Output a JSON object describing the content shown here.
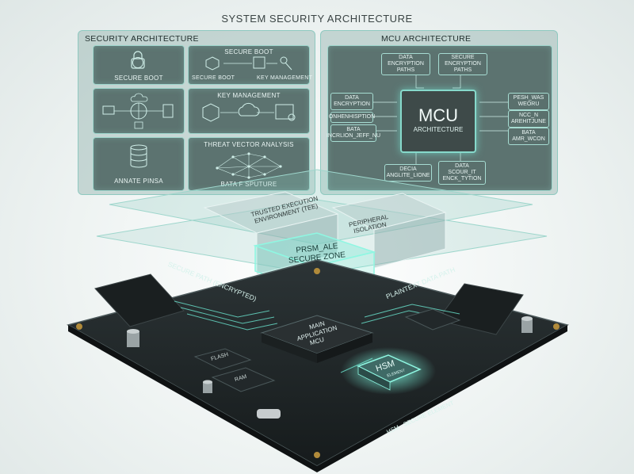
{
  "title": "SYSTEM SECURITY ARCHITECTURE",
  "security_panel": {
    "heading": "SECURITY ARCHITECTURE",
    "secure_boot_left": "SECURE BOOT",
    "secure_boot_top": "SECURE BOOT",
    "secure_boot_sub": "SECURE BOOT",
    "key_mgmt_sub": "KEY MANAGEMENT",
    "key_management": "KEY MANAGEMENT",
    "annate": "ANNATE PINSA",
    "threat": "THREAT VECTOR ANALYSIS",
    "bata": "BATA F SPUTURE"
  },
  "mcu_panel": {
    "heading": "MCU ARCHITECTURE",
    "core": "MCU",
    "core_sub": "ARCHITECTURE",
    "boxes": [
      {
        "l1": "DATA",
        "l2": "ENCRYPTION",
        "l3": "PATHS"
      },
      {
        "l1": "SECURE",
        "l2": "ENCRYPTION",
        "l3": "PATHS"
      },
      {
        "l1": "DATA",
        "l2": "ENCRYPTION",
        "l3": ""
      },
      {
        "l1": "ONHENHISPTION",
        "l2": "",
        "l3": ""
      },
      {
        "l1": "BATA",
        "l2": "INCRLION_JEFF_NU",
        "l3": ""
      },
      {
        "l1": "PESH_WAS",
        "l2": "WEORU",
        "l3": ""
      },
      {
        "l1": "NCC_N",
        "l2": "AREHITJUNE",
        "l3": ""
      },
      {
        "l1": "BATA",
        "l2": "AMR_WCON",
        "l3": ""
      },
      {
        "l1": "DECIA",
        "l2": "ANGLITE_LIONE",
        "l3": ""
      },
      {
        "l1": "DATA",
        "l2": "SCOUR_IT",
        "l3": "ENCK_TYTION"
      }
    ]
  },
  "layers": {
    "tee": "TRUSTED EXECUTION ENVIRONMENT (TEE)",
    "peripheral": "PERIPHERAL ISOLATION",
    "secure_zone_1": "PRSM_ALE",
    "secure_zone_2": "SECURE ZONE"
  },
  "board": {
    "secure_path": "SECURE PATH (ENCRYPTED)",
    "plaintext_path": "PLAINTEXT DATA PATH",
    "mcu_1": "MAIN",
    "mcu_2": "APPLICATION",
    "mcu_3": "MCU",
    "flash": "FLASH",
    "ram": "RAM",
    "hsm": "HSM",
    "hsm_sub": "ELEMENT",
    "hsm_label": "HSM - SECURE ELEMENT"
  },
  "colors": {
    "glow": "#6ff2da",
    "panel_bg": "#5c7370",
    "board": "#22282a"
  }
}
